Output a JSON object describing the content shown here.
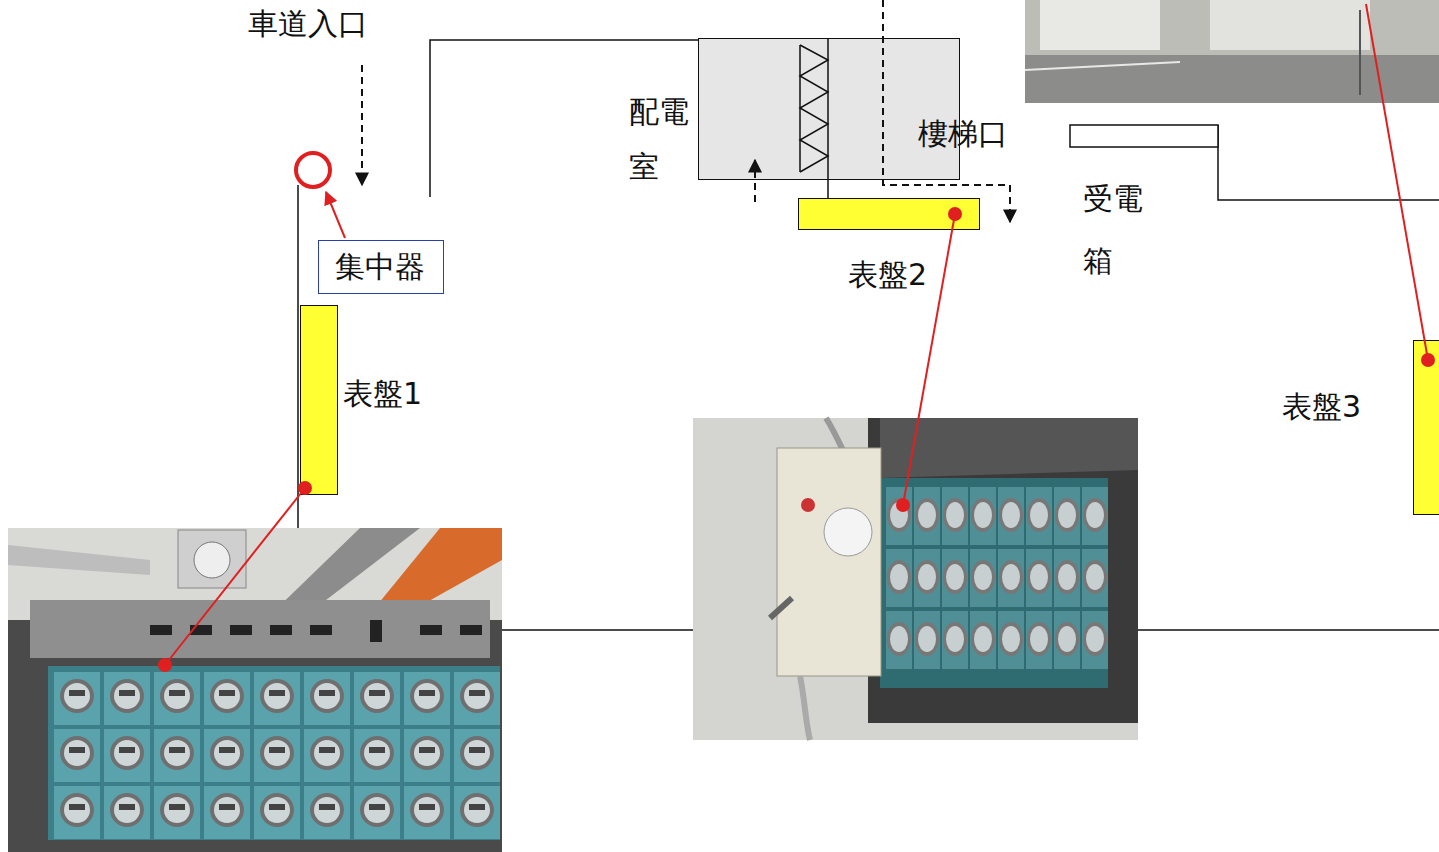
{
  "diagram": {
    "nodes": [
      {
        "text": [
          "配電室"
        ]
      },
      {
        "text": [
          "集中器"
        ]
      },
      {
        "text": [
          "表盤1"
        ]
      },
      {
        "text": [
          "表盤2"
        ]
      },
      {
        "text": [
          "表盤3"
        ]
      }
    ],
    "labels": [
      "車道入口",
      "樓梯口",
      "受電箱"
    ]
  }
}
